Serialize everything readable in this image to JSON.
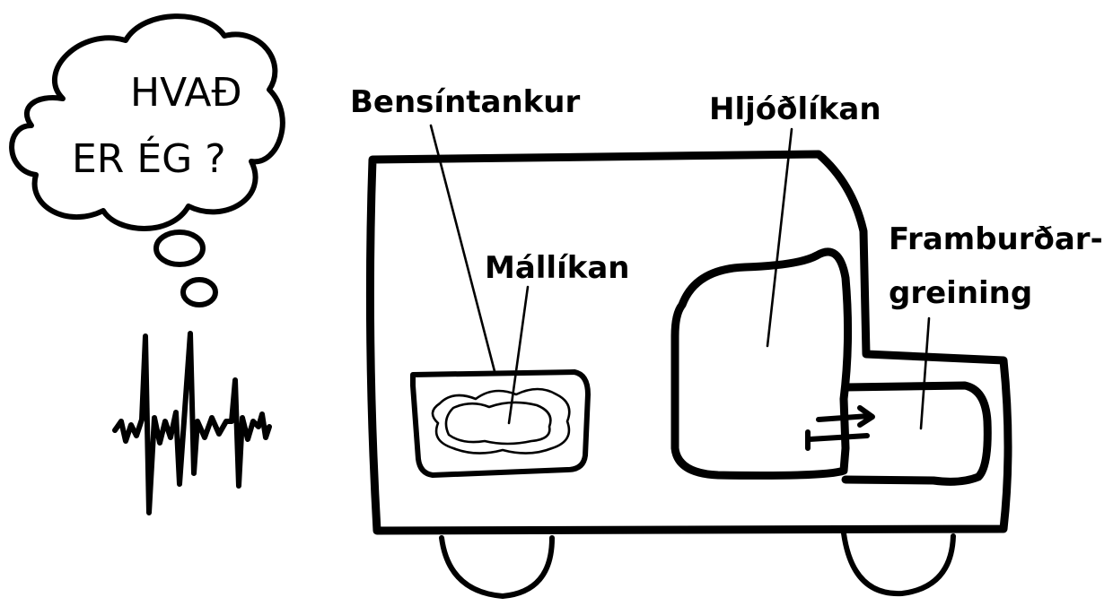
{
  "thought_bubble": {
    "line1": "HVAÐ",
    "line2": "ER ÉG ?"
  },
  "labels": {
    "fuel_tank": "Bensíntankur",
    "language_model": "Mállíkan",
    "acoustic_model": "Hljóðlíkan",
    "pronunciation_line1": "Framburðar-",
    "pronunciation_line2": "greining"
  },
  "colors": {
    "ink": "#000000",
    "background": "#ffffff"
  }
}
